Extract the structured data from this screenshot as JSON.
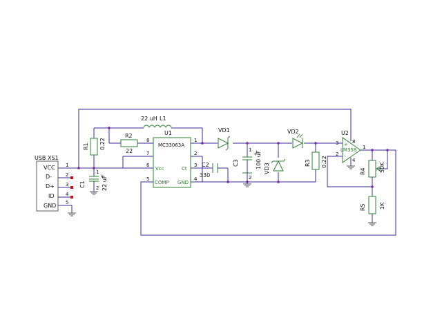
{
  "usb": {
    "ref": "USB  XS1",
    "pins": [
      {
        "name": "VCC",
        "num": "1"
      },
      {
        "name": "D-",
        "num": "2"
      },
      {
        "name": "D+",
        "num": "3"
      },
      {
        "name": "ID",
        "num": "4"
      },
      {
        "name": "GND",
        "num": "5"
      }
    ]
  },
  "components": {
    "l1": {
      "value": "22 uH",
      "ref": "L1"
    },
    "u1": {
      "ref": "U1",
      "part": "MC33063A",
      "vcc": "Vcc",
      "comp": "COMP",
      "ct": "Ct",
      "gnd": "GND",
      "pins": [
        "1",
        "2",
        "3",
        "4",
        "5",
        "6",
        "7",
        "8"
      ]
    },
    "r1": {
      "ref": "R1",
      "value": "0.22"
    },
    "r2": {
      "ref": "R2",
      "value": "22"
    },
    "c1": {
      "ref": "C1",
      "value": "22 uF",
      "plus": "+",
      "pin1": "1",
      "pin2": "2"
    },
    "c2": {
      "ref": "C2",
      "value": "330"
    },
    "c3": {
      "ref": "C3",
      "value": "100 uF",
      "plus": "+",
      "pin1": "1",
      "pin2": "2"
    },
    "vd1": {
      "ref": "VD1"
    },
    "vd2": {
      "ref": "VD2"
    },
    "vd3": {
      "ref": "VD3"
    },
    "r3": {
      "ref": "R3",
      "value": "0.22"
    },
    "u2": {
      "ref": "U2",
      "part": "LM358",
      "plus": "+",
      "minus": "-",
      "pins": [
        "1",
        "2",
        "3",
        "4",
        "8"
      ]
    },
    "r4": {
      "ref": "R4",
      "value": "50K"
    },
    "r5": {
      "ref": "R5",
      "value": "1K"
    }
  }
}
